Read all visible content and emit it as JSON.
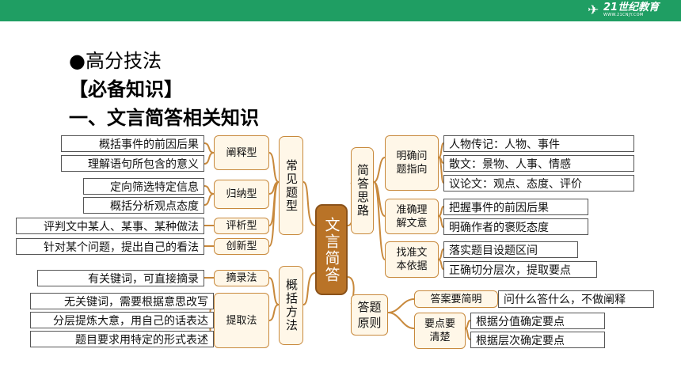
{
  "header": {
    "logo_text": "21世纪教育",
    "logo_url": "WWW.21CNJY.COM"
  },
  "headings": {
    "h1": "●高分技法",
    "h2": "【必备知识】",
    "h3": "一、文言简答相关知识"
  },
  "mindmap": {
    "center": "文言简答",
    "branches": {
      "question_types": {
        "label": "常见题型",
        "groups": [
          {
            "tag": "阐释型",
            "items": [
              "概括事件的前因后果",
              "理解语句所包含的意义"
            ]
          },
          {
            "tag": "归纳型",
            "items": [
              "定向筛选特定信息",
              "概括分析观点态度"
            ]
          },
          {
            "tag": "评析型",
            "items": [
              "评判文中某人、某事、某种做法"
            ]
          },
          {
            "tag": "创新型",
            "items": [
              "针对某个问题，提出自己的看法"
            ]
          }
        ]
      },
      "methods": {
        "label": "概括方法",
        "groups": [
          {
            "tag": "摘录法",
            "items": [
              "有关键词，可直接摘录"
            ]
          },
          {
            "tag": "提取法",
            "items": [
              "无关键词，需要根据意思改写",
              "分层提炼大意，用自己的话表达",
              "题目要求用特定的形式表述"
            ]
          }
        ]
      },
      "thinking": {
        "label": "简答思路",
        "groups": [
          {
            "tag": "明确问题指向",
            "items": [
              "人物传记：人物、事件",
              "散文：景物、人事、情感",
              "议论文：观点、态度、评价"
            ]
          },
          {
            "tag": "准确理解文意",
            "items": [
              "把握事件的前因后果",
              "明确作者的褒贬态度"
            ]
          },
          {
            "tag": "找准文本依据",
            "items": [
              "落实题目设题区间",
              "正确切分层次，提取要点"
            ]
          }
        ]
      },
      "principles": {
        "label": "答题原则",
        "groups": [
          {
            "tag": "答案要简明",
            "items": [
              "问什么答什么，不做阐释"
            ]
          },
          {
            "tag": "要点要清楚",
            "items": [
              "根据分值确定要点",
              "根据层次确定要点"
            ]
          }
        ]
      }
    }
  }
}
